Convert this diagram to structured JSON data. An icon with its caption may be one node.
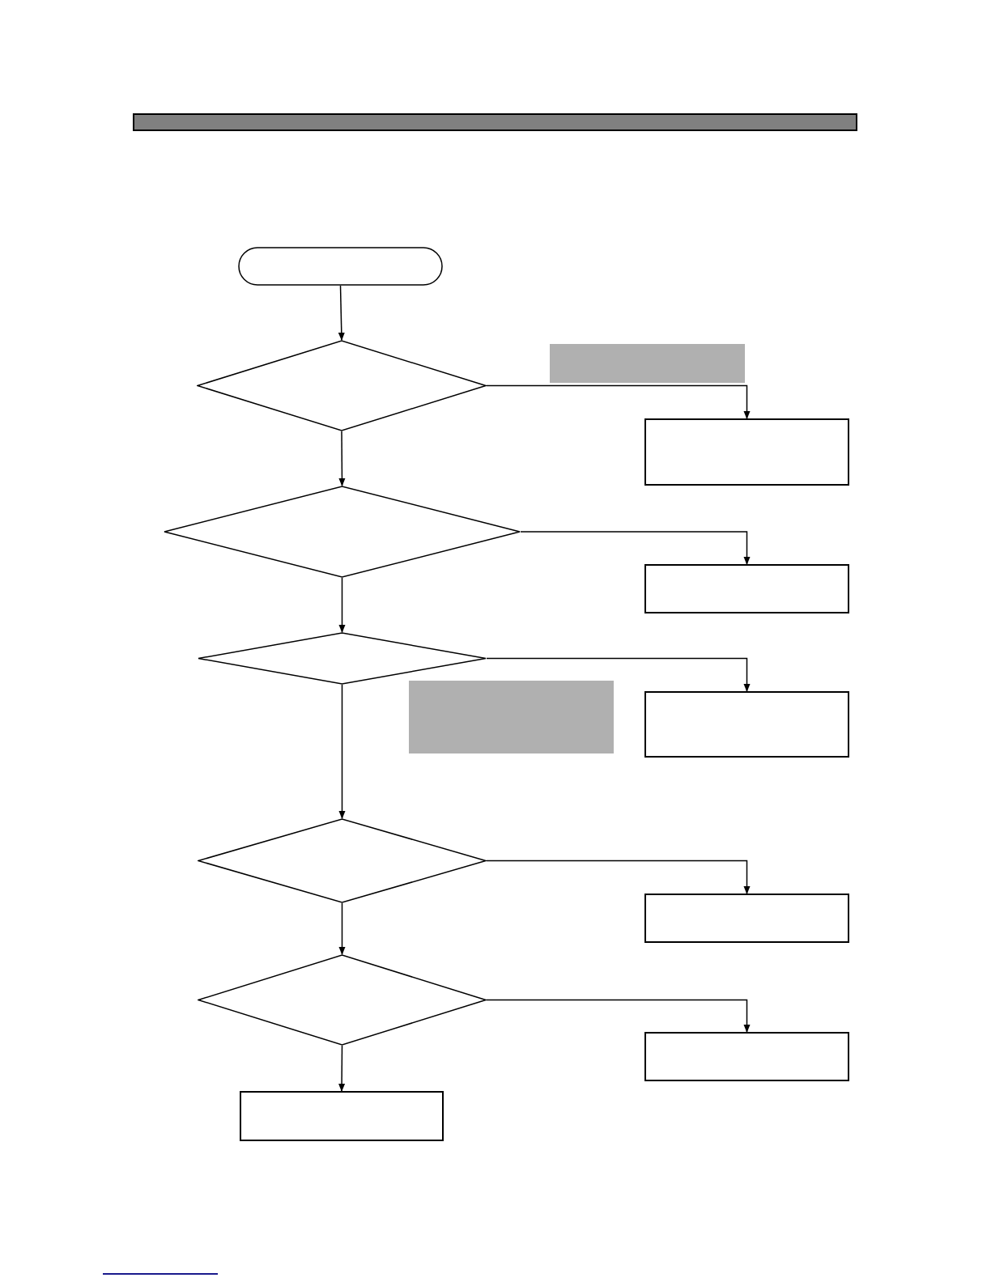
{
  "diagram": {
    "nodes": [
      {
        "text": [],
        "shape": "pill"
      },
      {
        "text": [],
        "shape": "diamond"
      },
      {
        "text": [],
        "shape": "box"
      },
      {
        "text": [],
        "shape": "diamond"
      },
      {
        "text": [],
        "shape": "box"
      },
      {
        "text": [],
        "shape": "diamond"
      },
      {
        "text": [],
        "shape": "box"
      },
      {
        "text": [],
        "shape": "diamond"
      },
      {
        "text": [],
        "shape": "box"
      },
      {
        "text": [],
        "shape": "diamond"
      },
      {
        "text": [],
        "shape": "box"
      },
      {
        "text": [],
        "shape": "box"
      },
      {
        "text": [],
        "shape": "block"
      },
      {
        "text": [],
        "shape": "block"
      }
    ],
    "edges": [
      {
        "from": 0,
        "to": 1,
        "arrow": "to"
      },
      {
        "from": 1,
        "to": 2,
        "arrow": "to"
      },
      {
        "from": 1,
        "to": 3,
        "arrow": "to"
      },
      {
        "from": 3,
        "to": 4,
        "arrow": "to"
      },
      {
        "from": 3,
        "to": 5,
        "arrow": "to"
      },
      {
        "from": 5,
        "to": 6,
        "arrow": "to"
      },
      {
        "from": 5,
        "to": 7,
        "arrow": "to"
      },
      {
        "from": 7,
        "to": 8,
        "arrow": "to"
      },
      {
        "from": 7,
        "to": 9,
        "arrow": "to"
      },
      {
        "from": 9,
        "to": 10,
        "arrow": "to"
      },
      {
        "from": 9,
        "to": 11,
        "arrow": "to"
      }
    ]
  }
}
